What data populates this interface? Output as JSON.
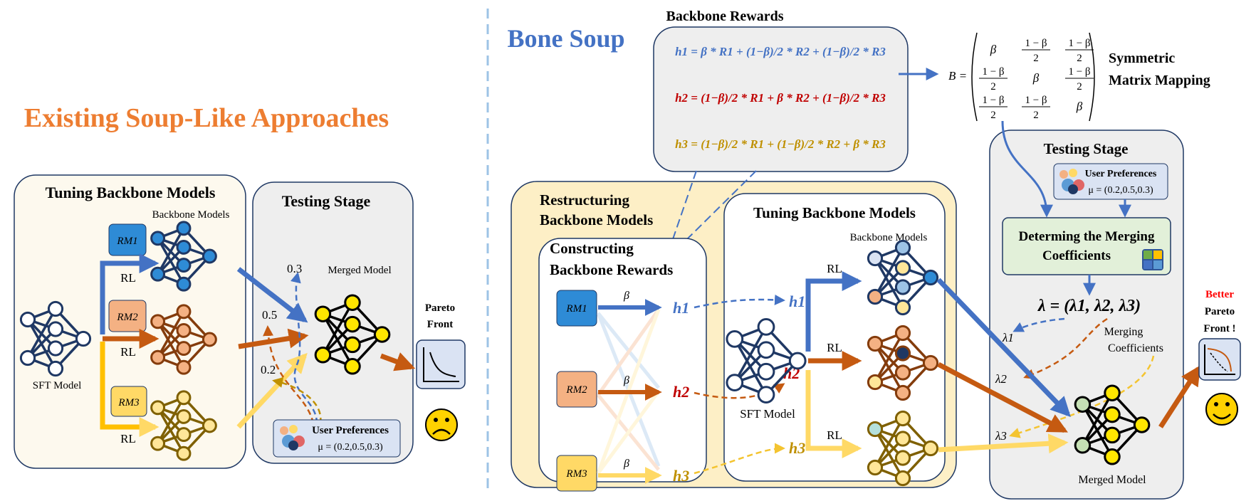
{
  "left": {
    "title": "Existing Soup-Like Approaches",
    "tuning_title": "Tuning Backbone Models",
    "backbone_label": "Backbone Models",
    "rm_labels": [
      "RM1",
      "RM2",
      "RM3"
    ],
    "rl_label": "RL",
    "sft_label": "SFT Model",
    "testing_title": "Testing Stage",
    "merged_label": "Merged Model",
    "weights": [
      "0.3",
      "0.5",
      "0.2"
    ],
    "user_pref_title": "User Preferences",
    "user_pref_value": "μ = (0.2,0.5,0.3)",
    "pareto_label_1": "Pareto",
    "pareto_label_2": "Front",
    "face": "sad"
  },
  "right": {
    "title": "Bone Soup",
    "rewards_title": "Backbone Rewards",
    "h1_eq": "h1 = β * R1 + (1−β)/2 * R2 + (1−β)/2 * R3",
    "h2_eq": "h2 = (1−β)/2 * R1 + β * R2 + (1−β)/2 * R3",
    "h3_eq": "h3 = (1−β)/2 * R1 + (1−β)/2 * R2 + β * R3",
    "matrix_label": "B =",
    "matrix_cells": [
      [
        "β",
        "1 − β / 2",
        "1 − β / 2"
      ],
      [
        "1 − β / 2",
        "β",
        "1 − β / 2"
      ],
      [
        "1 − β / 2",
        "1 − β / 2",
        "β"
      ]
    ],
    "symmetric_1": "Symmetric",
    "symmetric_2": "Matrix Mapping",
    "restructuring_1": "Restructuring",
    "restructuring_2": "Backbone Models",
    "constructing_1": "Constructing",
    "constructing_2": "Backbone Rewards",
    "rm_labels": [
      "RM1",
      "RM2",
      "RM3"
    ],
    "beta": "β",
    "h_labels": [
      "h1",
      "h2",
      "h3"
    ],
    "tuning_title": "Tuning Backbone Models",
    "backbone_label": "Backbone Models",
    "rl_label": "RL",
    "sft_label": "SFT Model",
    "testing_title": "Testing Stage",
    "user_pref_title": "User Preferences",
    "user_pref_value": "μ = (0.2,0.5,0.3)",
    "determining_1": "Determing the Merging",
    "determining_2": "Coefficients",
    "lambda_eq": "λ = (λ1, λ2, λ3)",
    "lambda_labels": [
      "λ1",
      "λ2",
      "λ3"
    ],
    "merging_coef_1": "Merging",
    "merging_coef_2": "Coefficients",
    "merged_label": "Merged Model",
    "better_1": "Better",
    "pareto_1": "Pareto",
    "pareto_2": "Front !",
    "face": "happy"
  },
  "colors": {
    "blue": "#4472c4",
    "orange": "#c55a11",
    "yellow": "#ffd966",
    "gold": "#bf9000",
    "red": "#c00000",
    "navy": "#1f3864",
    "title_orange": "#ed7d31",
    "cream": "#fdf9ee",
    "grey_panel": "#eeeeee",
    "yellow_panel": "#fdefc6",
    "green_box": "#e2f0d9"
  }
}
